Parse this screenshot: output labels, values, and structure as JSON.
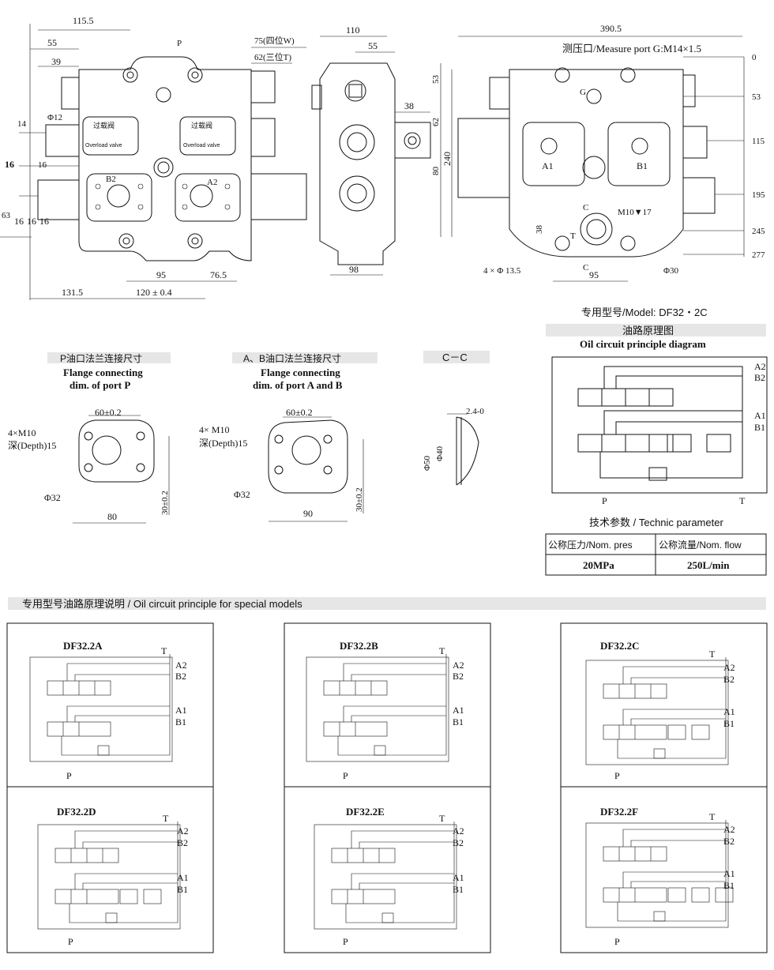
{
  "top_drawing": {
    "dims_left": [
      "115.5",
      "55",
      "39",
      "Φ12",
      "14",
      "16",
      "16",
      "16",
      "16",
      "16",
      "95",
      "76.5",
      "131.5",
      "120 ± 0.4",
      "63"
    ],
    "port_p": "P",
    "port_a2": "A2",
    "port_b2": "B2",
    "overload_cn": "过载阀",
    "overload_en": "Overload valve",
    "dim_75": "75(四位W)",
    "dim_62": "62(三位T)",
    "side_dims": [
      "110",
      "55",
      "38",
      "98"
    ],
    "right_dims": [
      "390.5",
      "240",
      "53",
      "62",
      "80",
      "38",
      "95",
      "Φ30",
      "4 × Φ 13.5",
      "M10▼17"
    ],
    "measure_port": "测压口/Measure port G:M14×1.5",
    "ruler": [
      "0",
      "53",
      "115",
      "195",
      "245",
      "277"
    ],
    "right_labels": [
      "G",
      "A1",
      "B1",
      "C",
      "C",
      "T"
    ]
  },
  "model_line": "专用型号/Model:  DF32・2C",
  "principle": {
    "cn": "油路原理图",
    "en": "Oil circuit principle diagram",
    "ports": [
      "A2",
      "B2",
      "A1",
      "B1"
    ],
    "p": "P",
    "t": "T"
  },
  "tech": {
    "title": "技术参数 / Technic parameter",
    "headers": [
      "公称压力/Nom. pres",
      "公称流量/Nom. flow"
    ],
    "values": [
      "20MPa",
      "250L/min"
    ]
  },
  "flange_p": {
    "cn": "P油口法兰连接尺寸",
    "en1": "Flange connecting",
    "en2": "dim. of port P",
    "bolt": "4×M10",
    "depth": "深(Depth)15",
    "dia": "Φ32",
    "w": "60±0.2",
    "h": "30±0.2",
    "base": "80"
  },
  "flange_ab": {
    "cn": "A、B油口法兰连接尺寸",
    "en1": "Flange connecting",
    "en2": "dim. of port A and B",
    "bolt": "4× M10",
    "depth": "深(Depth)15",
    "dia": "Φ32",
    "w": "60±0.2",
    "h": "30±0.2",
    "base": "90"
  },
  "section_cc": {
    "title": "C－C",
    "d1": "2.4-0",
    "d2": "Φ50",
    "d3": "Φ40"
  },
  "special": {
    "header": "专用型号油路原理说明  / Oil circuit principle for special models",
    "models": [
      "DF32.2A",
      "DF32.2B",
      "DF32.2C",
      "DF32.2D",
      "DF32.2E",
      "DF32.2F"
    ],
    "ports": [
      "A2",
      "B2",
      "A1",
      "B1"
    ],
    "t": "T",
    "p": "P"
  }
}
